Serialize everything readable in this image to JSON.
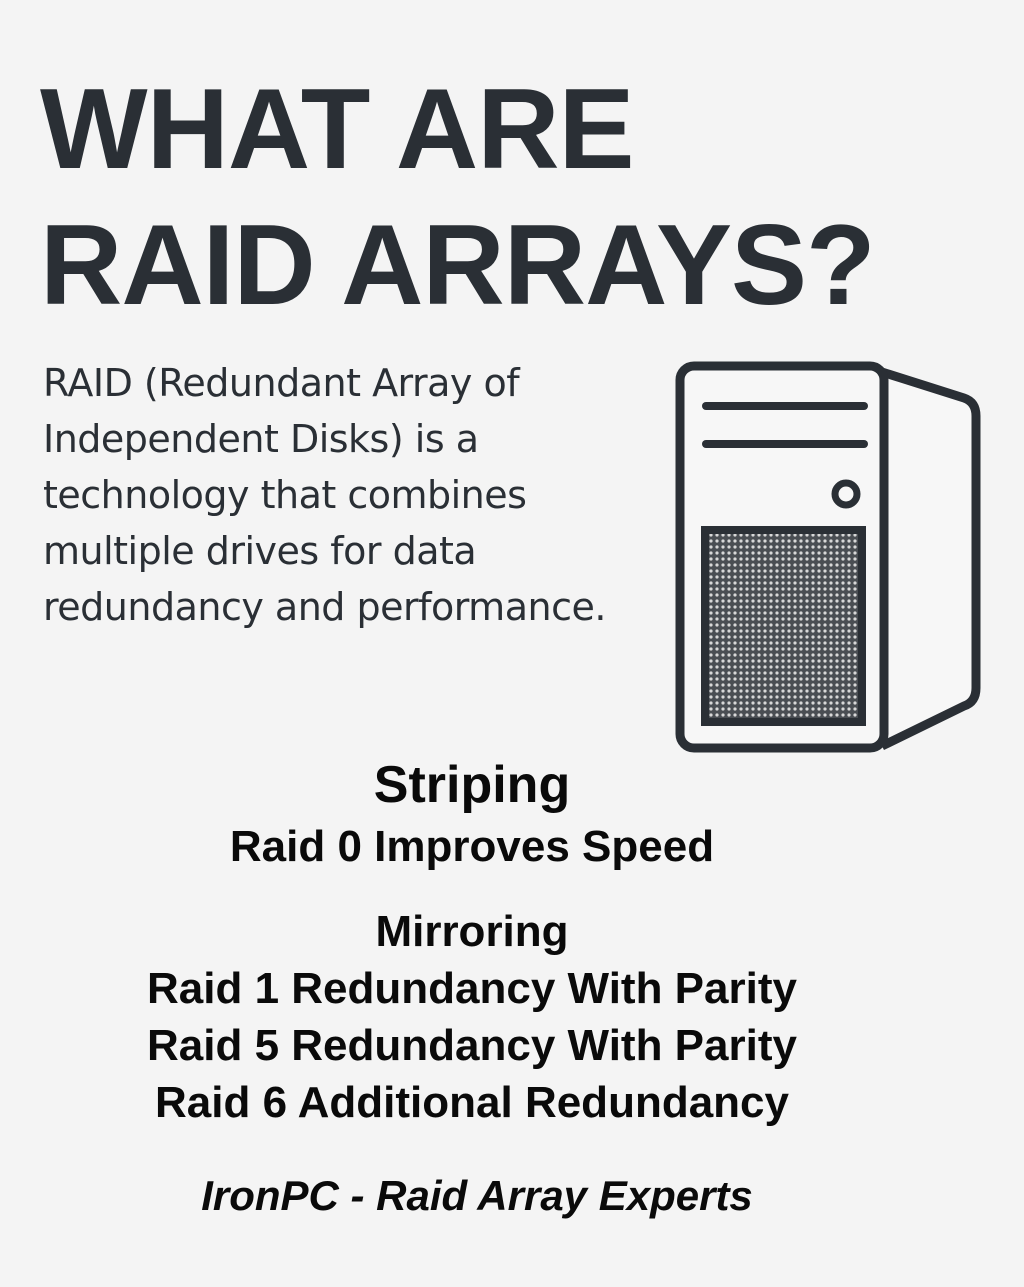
{
  "title": {
    "line1": "WHAT ARE",
    "line2": "RAID ARRAYS?"
  },
  "intro": "RAID (Redundant Array of Independent Disks) is a technology that combines multiple drives for data redundancy and performance.",
  "illustration": {
    "icon": "server-tower-icon"
  },
  "striping": {
    "heading": "Striping",
    "items": [
      "Raid 0 Improves Speed"
    ]
  },
  "mirroring": {
    "heading": "Mirroring",
    "items": [
      "Raid 1 Redundancy With Parity",
      "Raid 5 Redundancy With Parity",
      "Raid 6 Additional Redundancy"
    ]
  },
  "footer": "IronPC - Raid Array Experts"
}
